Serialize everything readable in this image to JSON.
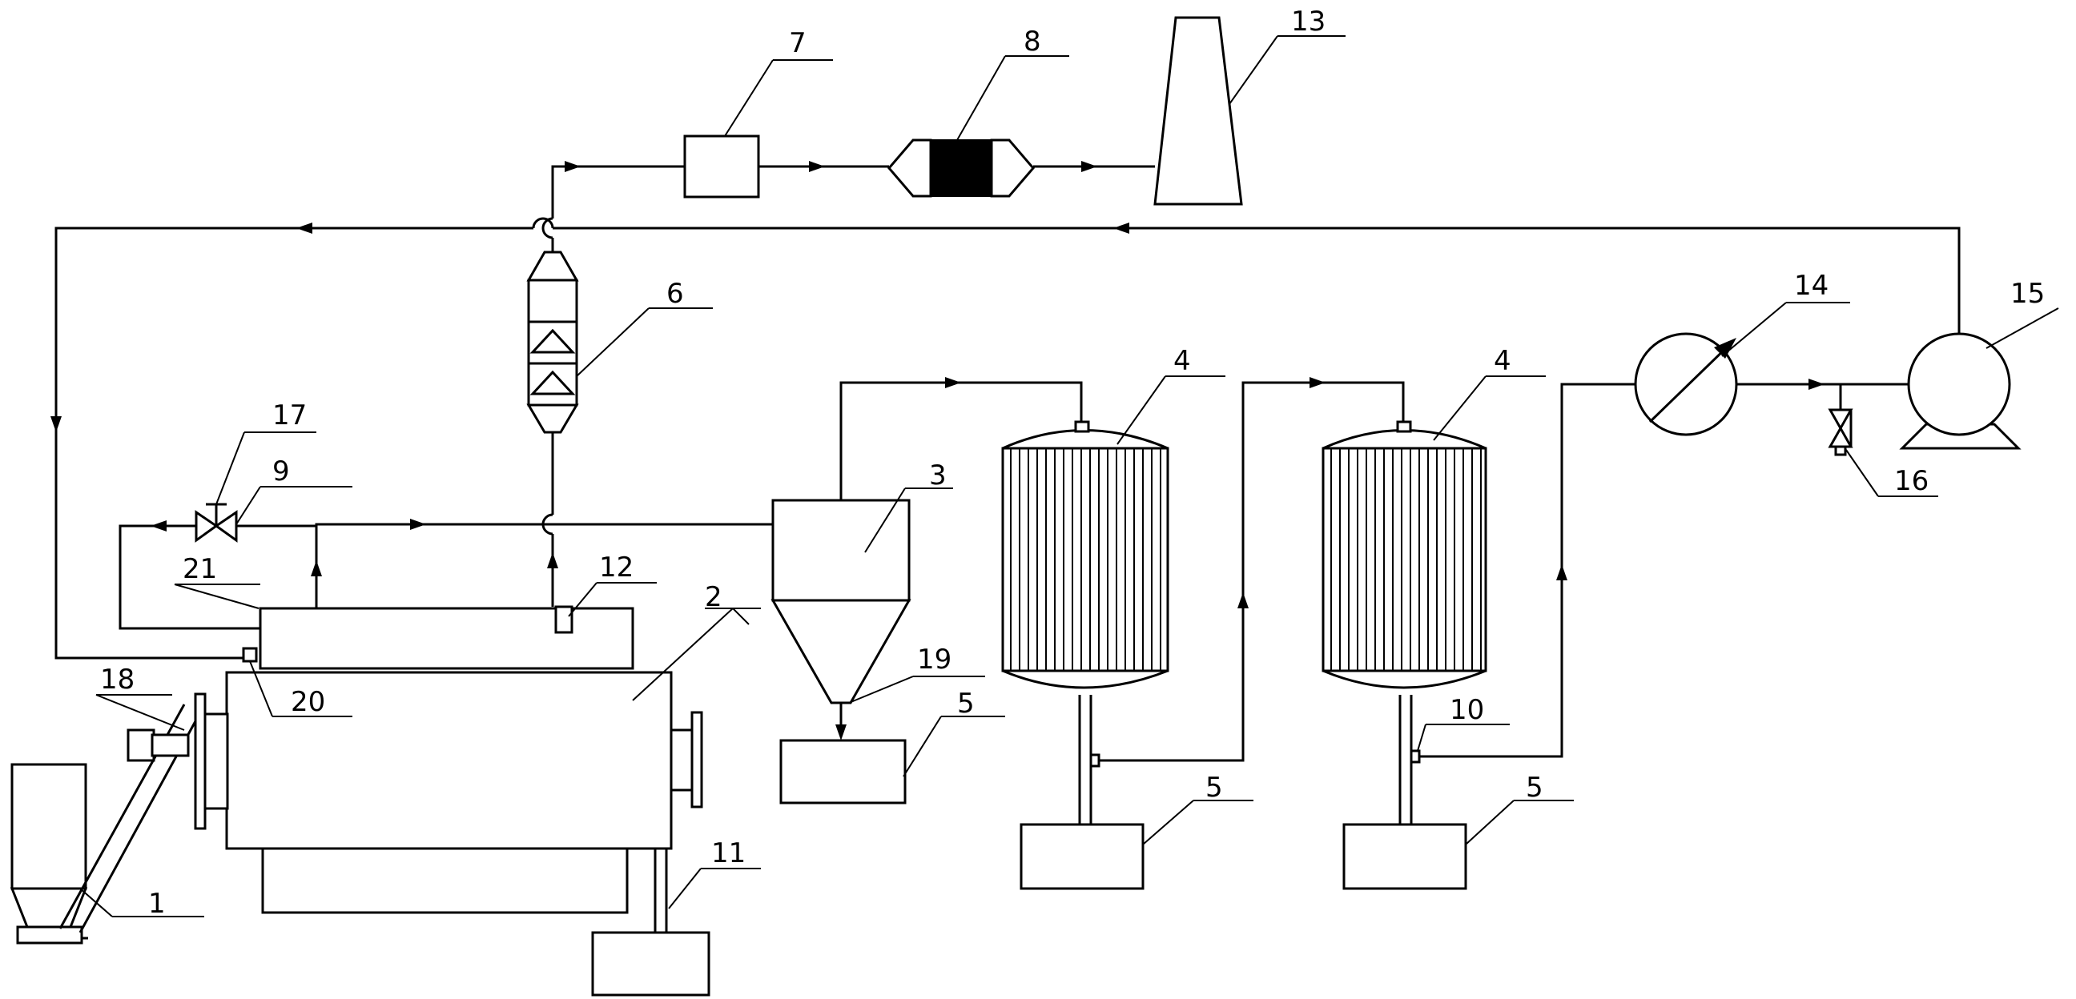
{
  "labels": {
    "l1": "1",
    "l2": "2",
    "l3": "3",
    "l4a": "4",
    "l4b": "4",
    "l5a": "5",
    "l5b": "5",
    "l5c": "5",
    "l6": "6",
    "l7": "7",
    "l8": "8",
    "l9": "9",
    "l10": "10",
    "l11": "11",
    "l12": "12",
    "l13": "13",
    "l14": "14",
    "l15": "15",
    "l16": "16",
    "l17": "17",
    "l18": "18",
    "l19": "19",
    "l20": "20",
    "l21": "21"
  }
}
